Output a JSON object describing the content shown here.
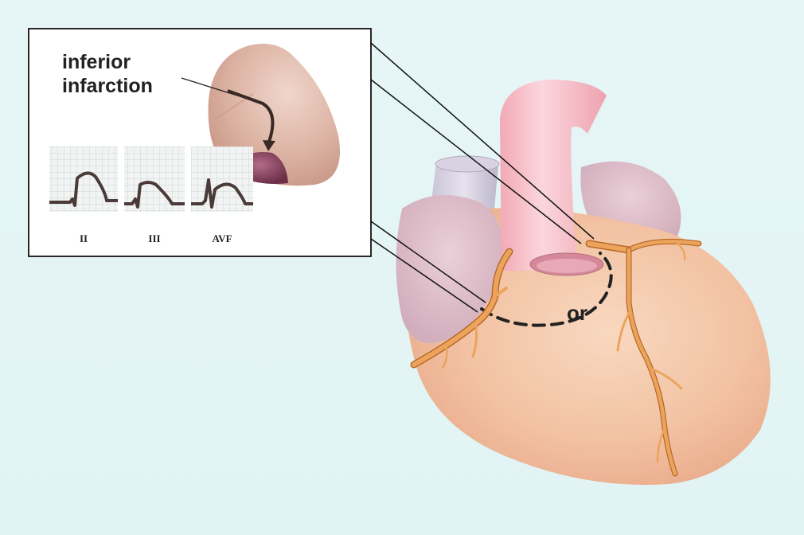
{
  "callout": {
    "label_line1": "inferior",
    "label_line2": "infarction"
  },
  "ecg": {
    "leads": [
      {
        "name": "II"
      },
      {
        "name": "III"
      },
      {
        "name": "AVF"
      }
    ]
  },
  "heart": {
    "or_label": "or"
  },
  "colors": {
    "background": "#e4f4f4",
    "heart_fill": "#f2c6a8",
    "artery": "#e8a050",
    "infarct": "#7a3850",
    "aorta": "#f4bcc4",
    "ecg_trace": "#4a3a38",
    "ecg_grid": "#b8c4c4"
  }
}
